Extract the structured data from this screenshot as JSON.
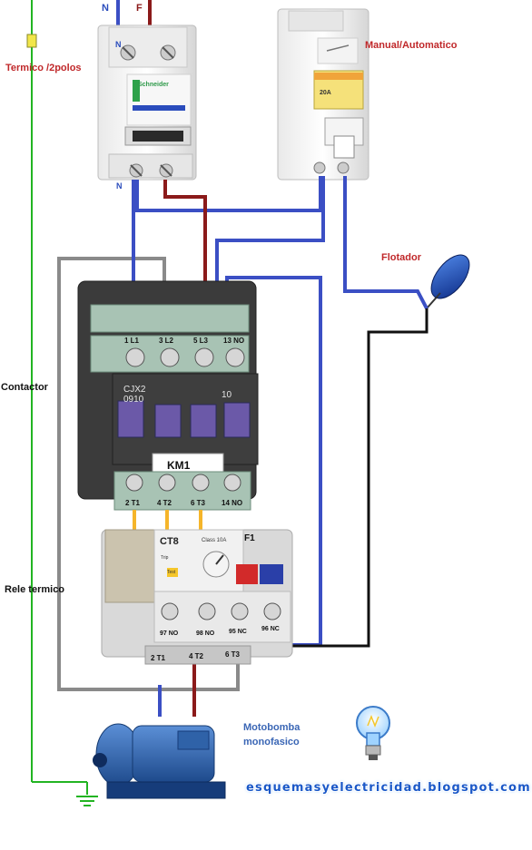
{
  "labels": {
    "breaker_title": "Termico /2polos",
    "switch_title": "Manual/Automatico",
    "float_title": "Flotador",
    "contactor_title": "Contactor",
    "relay_title": "Rele termico",
    "pump_title_line1": "Motobomba",
    "pump_title_line2": "monofasico",
    "website": "esquemasyelectricidad.blogspot.com"
  },
  "breaker": {
    "neutral_label": "N",
    "phase_label": "F",
    "brand": "Schneider",
    "bottom_left_label": "N"
  },
  "switch": {
    "rating": "20A"
  },
  "contactor": {
    "model_line1": "CJX2",
    "model_line2": "0910",
    "aux_code": "10",
    "name_tag": "KM1",
    "top_terminals": [
      "1 L1",
      "3 L2",
      "5 L3",
      "13 NO"
    ],
    "bottom_terminals": [
      "2 T1",
      "4 T2",
      "6 T3",
      "14 NO"
    ]
  },
  "relay": {
    "model": "CT8",
    "class": "Class 10A",
    "tag": "F1",
    "trip_label": "Trip",
    "test_label": "Test",
    "contacts": [
      "97 NO",
      "98 NO",
      "95 NC",
      "96 NC"
    ],
    "outputs": [
      "2 T1",
      "4 T2",
      "6 T3"
    ]
  },
  "colors": {
    "wire_blue": "#3b4fc4",
    "wire_red": "#8b1a1a",
    "wire_grey": "#8a8a8a",
    "wire_green": "#22b422",
    "wire_black": "#111111",
    "label_red": "#c0282a",
    "label_blue": "#3a66b5"
  }
}
